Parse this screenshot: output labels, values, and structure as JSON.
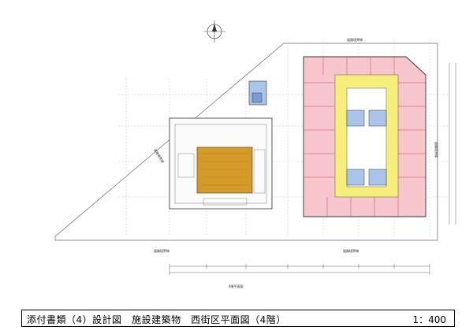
{
  "title": "添付書類（4）設計図　施設建築物　西街区平面図（4階）",
  "scale": "1：400",
  "labels": {
    "road_north": "道路境界線",
    "road_south_left": "道路境界線",
    "road_south_right": "道路境界線",
    "road_east": "道路境界線",
    "road_west": "道路境界線",
    "bottom_note": "4階平面図"
  },
  "colors": {
    "residential": "#f7c6cc",
    "common": "#f6ee7a",
    "core": "#aac4ea",
    "hall": "#d49a2a",
    "line": "#555555"
  }
}
